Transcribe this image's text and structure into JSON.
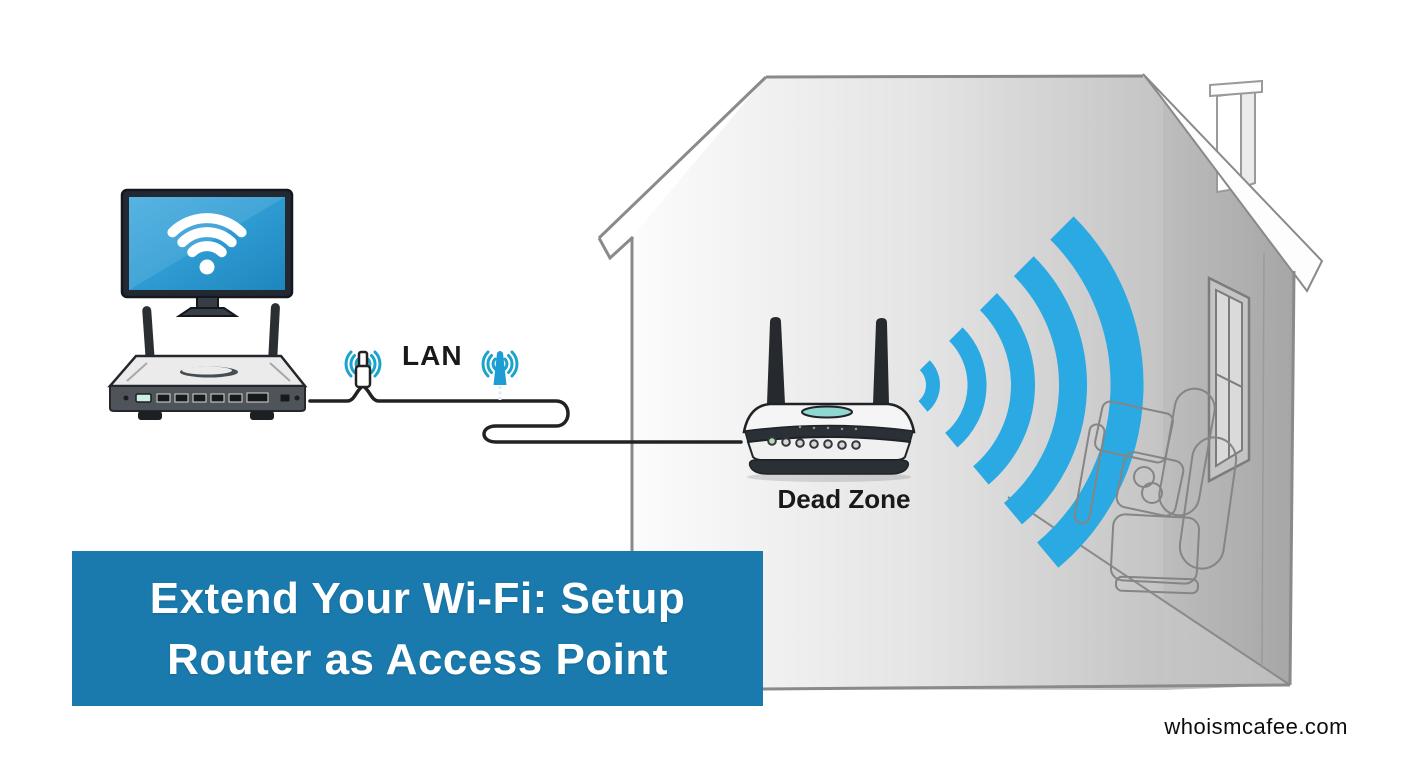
{
  "banner": {
    "line1": "Extend Your Wi-Fi: Setup",
    "line2": "Router as Access Point",
    "bg_color": "#1a7aad",
    "text_color": "#ffffff"
  },
  "labels": {
    "lan": "LAN",
    "dead_zone": "Dead Zone"
  },
  "watermark": {
    "text": "whoismcafee.com"
  },
  "colors": {
    "banner_blue": "#1a7aad",
    "wifi_blue": "#2ba9e2",
    "teal_arc": "#1ba3cc",
    "plug_blue": "#1e9cd4",
    "screen_top": "#44abdf",
    "screen_bottom": "#1e86bd",
    "teal_oval": "#8fd8d2",
    "led_green": "#b5ddb5",
    "cable_dark": "#222222",
    "outline_gray": "#8a8a8a"
  },
  "scene": {
    "monitor": "monitor with wi-fi symbol on blue screen",
    "main_router": "main router with two antennas under the monitor",
    "lan_connectors": "two wireless plug icons on the ethernet cable",
    "access_point_router": "second router placed inside the house dead zone",
    "wifi_signal": "five blue wi-fi signal arcs radiating to the right",
    "house": "outlined house with chimney, side window and sloped roof",
    "sofa": "line-art sofa inside the house"
  }
}
